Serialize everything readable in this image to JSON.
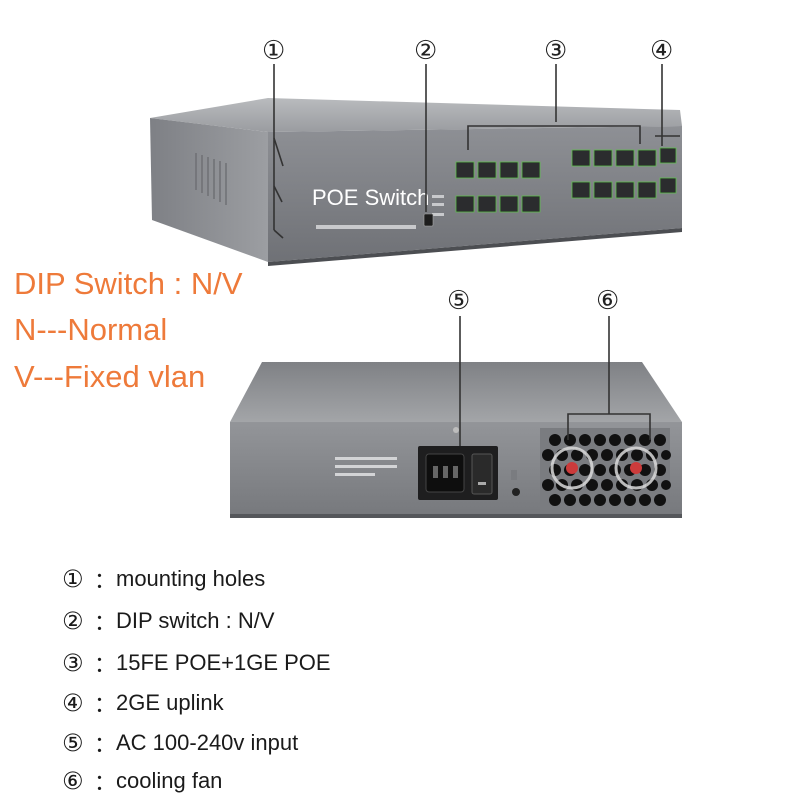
{
  "callouts": [
    "①",
    "②",
    "③",
    "④",
    "⑤",
    "⑥"
  ],
  "front_panel": {
    "label": "POE Switch"
  },
  "dip_note": {
    "title": "DIP Switch : N/V",
    "line_n": "N---Normal",
    "line_v": "V---Fixed vlan"
  },
  "legend": [
    {
      "num": "①",
      "sep": "：",
      "text": "mounting holes"
    },
    {
      "num": "②",
      "sep": "：",
      "text": "DIP switch : N/V"
    },
    {
      "num": "③",
      "sep": "：",
      "text": "15FE POE+1GE POE"
    },
    {
      "num": "④",
      "sep": "：",
      "text": "2GE uplink"
    },
    {
      "num": "⑤",
      "sep": "：",
      "text": "AC 100-240v input"
    },
    {
      "num": "⑥",
      "sep": "：",
      "text": "cooling fan"
    }
  ],
  "colors": {
    "accent_orange": "#ee7a3a",
    "chassis": "#8d8f93",
    "port_green": "#5cbf4a"
  }
}
